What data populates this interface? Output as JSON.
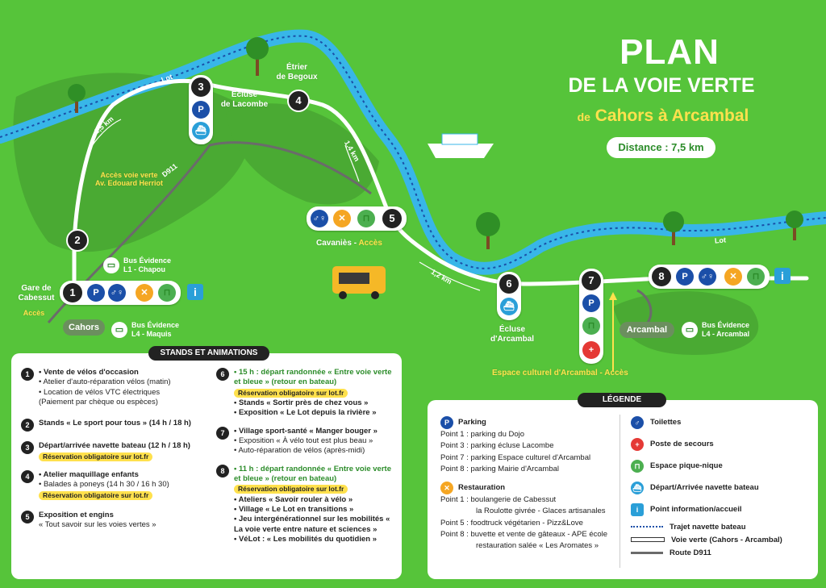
{
  "title": {
    "line1": "PLAN",
    "line2": "DE LA VOIE VERTE",
    "prefix": "de",
    "line3": "Cahors à Arcambal"
  },
  "distance": "Distance : 7,5 km",
  "map": {
    "river": "Lot",
    "road": "D911",
    "distances": [
      "2,5 km",
      "1,4 km",
      "1,2 km"
    ],
    "places": {
      "etrier": "Étrier\nde Begoux",
      "ecluse_lacombe": "Écluse\nde Lacombe",
      "acces_voie": "Accès voie verte\nAv. Edouard Herriot",
      "gare": "Gare de\nCabessut",
      "acces": "Accès",
      "cahors": "Cahors",
      "bus1": "Bus Évidence\nL1 - Chapou",
      "bus2": "Bus Évidence\nL4 - Maquis",
      "cavanies": "Cavaniès",
      "acces_cav": "Accès",
      "ecluse_arcambal": "Écluse\nd'Arcambal",
      "espace": "Espace culturel d'Arcambal",
      "acces_esp": "Accès",
      "arcambal": "Arcambal",
      "bus3": "Bus Évidence\nL4 - Arcambal"
    },
    "points": [
      "1",
      "2",
      "3",
      "4",
      "5",
      "6",
      "7",
      "8"
    ],
    "info": "i",
    "parking": "P"
  },
  "stands": {
    "header": "STANDS ET ANIMATIONS",
    "items": [
      {
        "n": "1",
        "lines": [
          "• Vente de vélos d'occasion",
          "• Atelier d'auto-réparation vélos (matin)",
          "• Location de vélos VTC électriques",
          "(Paiement par chèque ou espèces)"
        ]
      },
      {
        "n": "2",
        "lines": [
          "Stands « Le sport pour tous » (14 h / 18 h)"
        ]
      },
      {
        "n": "3",
        "lines": [
          "Départ/arrivée navette bateau (12 h / 18 h)"
        ],
        "res": "Réservation obligatoire sur lot.fr"
      },
      {
        "n": "4",
        "lines": [
          "• Atelier maquillage enfants",
          "• Balades à poneys (14 h 30 / 16 h 30)"
        ],
        "res": "Réservation obligatoire sur lot.fr"
      },
      {
        "n": "5",
        "lines": [
          "Exposition et engins",
          "« Tout savoir sur les voies vertes »"
        ]
      },
      {
        "n": "6",
        "lines": [
          "• 15 h : départ randonnée « Entre voie verte et bleue » (retour en bateau)"
        ],
        "res": "Réservation obligatoire sur lot.fr",
        "after": [
          "• Stands « Sortir près de chez vous »",
          "• Exposition « Le Lot depuis la rivière »"
        ]
      },
      {
        "n": "7",
        "lines": [
          "• Village sport-santé « Manger bouger »",
          "• Exposition « À vélo tout est plus beau »",
          "• Auto-réparation de vélos (après-midi)"
        ]
      },
      {
        "n": "8",
        "lines": [
          "• 11 h : départ randonnée « Entre voie verte et bleue » (retour en bateau)"
        ],
        "res": "Réservation obligatoire sur lot.fr",
        "after": [
          "• Ateliers « Savoir rouler à vélo »",
          "• Village « Le Lot en transitions »",
          "• Jeu intergénérationnel sur les mobilités « La voie verte entre nature et sciences »",
          "• VéLot : « Les mobilités du quotidien »"
        ]
      }
    ]
  },
  "legend": {
    "header": "LÉGENDE",
    "parking_title": "Parking",
    "parking": [
      "Point 1 : parking du Dojo",
      "Point 3 : parking écluse Lacombe",
      "Point 7 : parking Espace culturel d'Arcambal",
      "Point 8 : parking Mairie d'Arcambal"
    ],
    "resto_title": "Restauration",
    "resto": [
      "Point 1 : boulangerie de Cabessut",
      "la Roulotte givrée - Glaces artisanales",
      "Point 5 : foodtruck végétarien - Pizz&Love",
      "Point 8 : buvette et vente de gâteaux - APE école",
      "restauration salée « Les Aromates »"
    ],
    "right": [
      "Toilettes",
      "Poste de secours",
      "Espace pique-nique",
      "Départ/Arrivée navette bateau",
      "Point information/accueil",
      "Trajet navette bateau",
      "Voie verte (Cahors - Arcambal)",
      "Route D911"
    ]
  },
  "colors": {
    "grass": "#56c43a",
    "dark_grass": "#4aaa33",
    "river": "#38b6e8",
    "accent": "#ffe14d",
    "parking": "#1b4fa8",
    "food": "#f5a623",
    "picnic": "#4caf50",
    "first_aid": "#e53935",
    "boat": "#2a9fd8"
  }
}
